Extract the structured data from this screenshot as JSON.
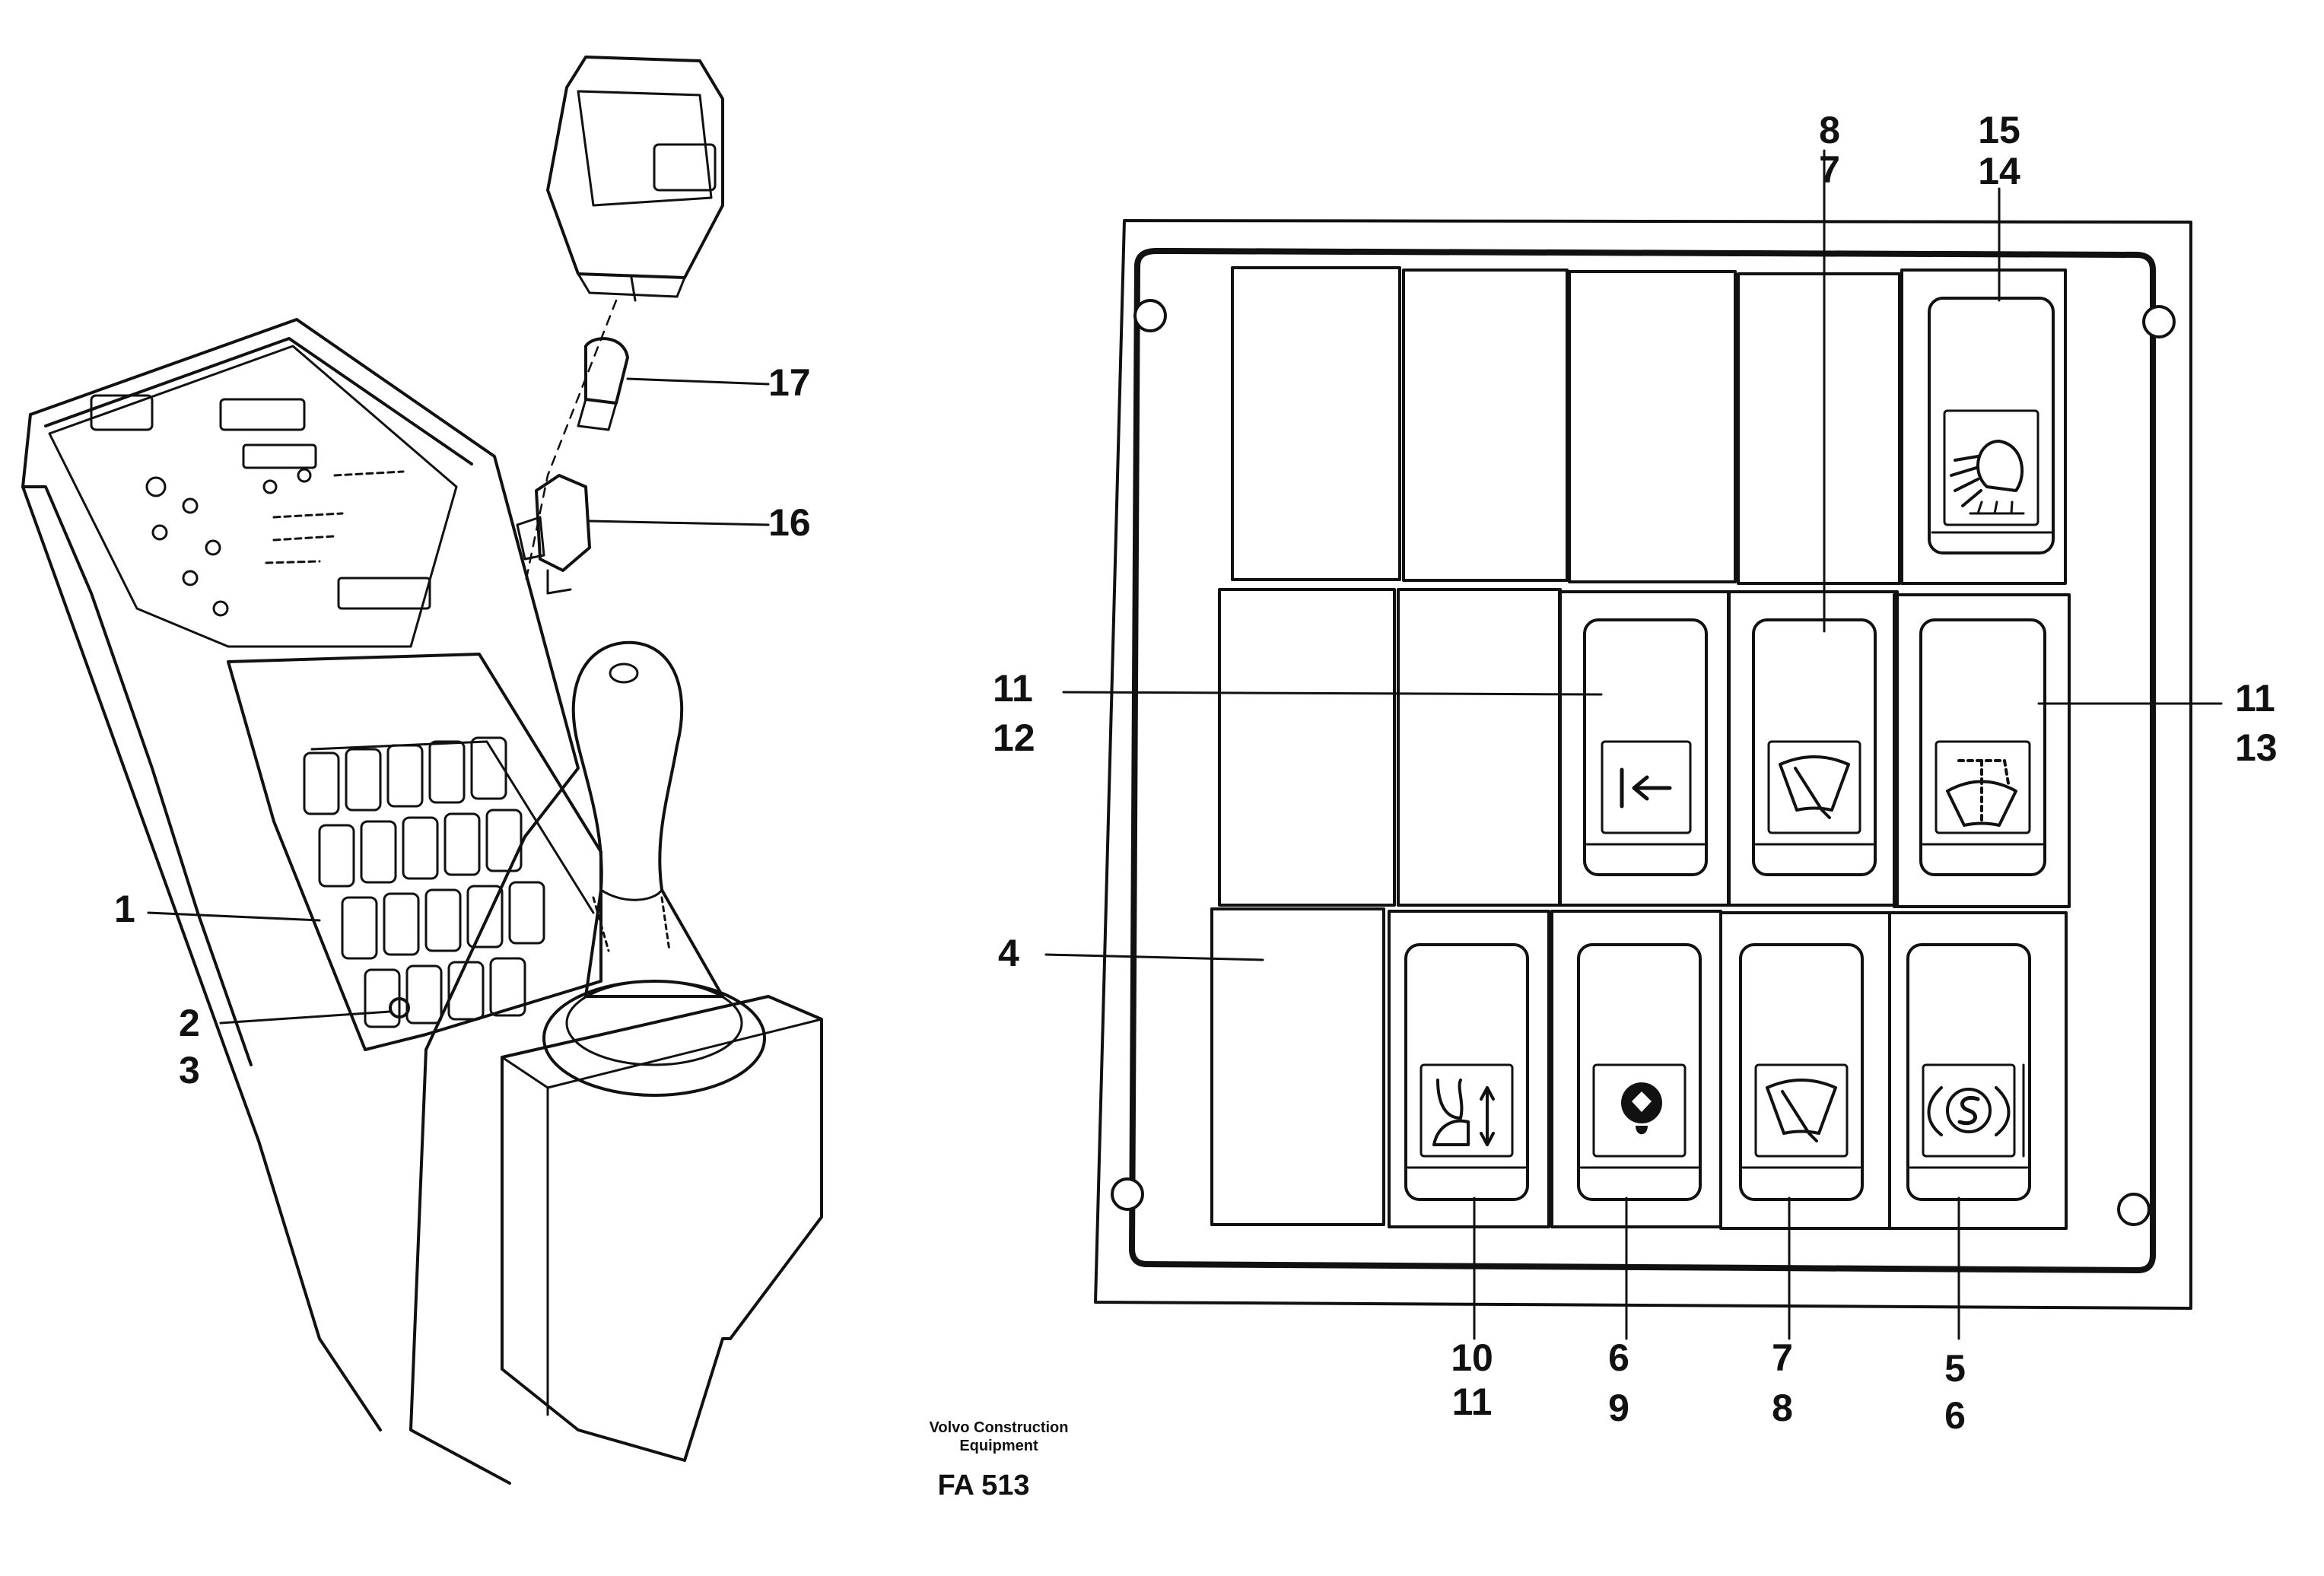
{
  "callouts": {
    "c17": "17",
    "c16": "16",
    "c1": "1",
    "c2": "2",
    "c3": "3",
    "c4": "4",
    "c15": "15",
    "c14": "14",
    "c8top": "8",
    "c7top": "7",
    "c11a": "11",
    "c12": "12",
    "c11b": "11",
    "c13": "13",
    "c10": "10",
    "c11c": "11",
    "c6a": "6",
    "c9": "9",
    "c7b": "7",
    "c8b": "8",
    "c5": "5",
    "c6b": "6"
  },
  "caption": {
    "company_line1": "Volvo Construction",
    "company_line2": "Equipment",
    "code": "FA 513"
  },
  "switch_symbols": [
    "work-light-icon",
    "arrow-left-icon",
    "wiper-icon",
    "intermittent-wiper-icon",
    "boom-float-icon",
    "rotating-beacon-icon",
    "wiper-icon",
    "slow-speed-icon"
  ]
}
